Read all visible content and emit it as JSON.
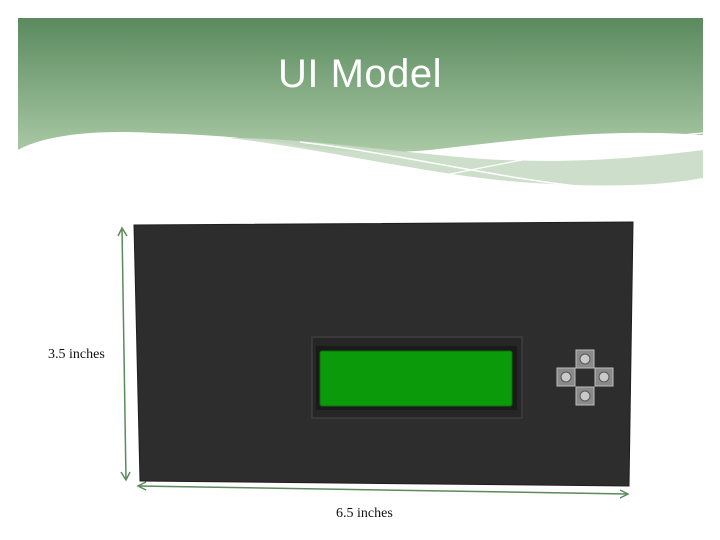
{
  "slide": {
    "title": "UI Model",
    "banner_color_top": "#5a8a5e",
    "banner_color_bottom": "#a9c9a4"
  },
  "device": {
    "body_color": "#2d2d2d",
    "lcd_color": "#0a9a0a",
    "button_color": "#8a8a8a",
    "buttons": [
      "up-button",
      "left-button",
      "right-button",
      "down-button"
    ]
  },
  "dimensions": {
    "height_label": "3.5 inches",
    "width_label": "6.5 inches",
    "line_color": "#5c8a5c"
  }
}
